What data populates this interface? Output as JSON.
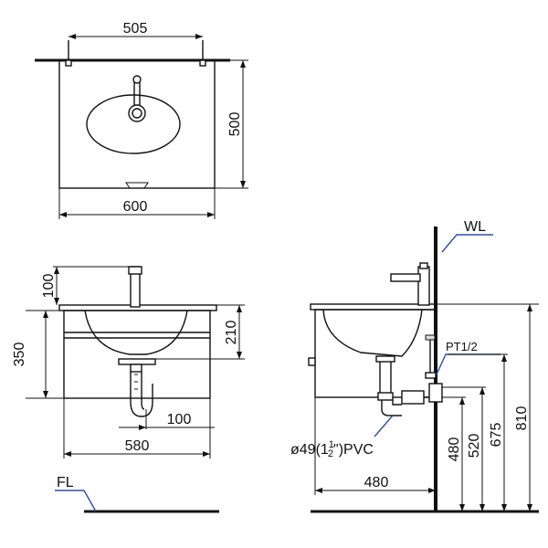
{
  "top_view": {
    "width_top": "505",
    "depth": "500",
    "width_bottom": "600"
  },
  "front_view": {
    "height_100": "100",
    "height_350": "350",
    "height_210": "210",
    "width_100": "100",
    "width_580": "580",
    "floor_label": "FL"
  },
  "side_view": {
    "wall_label": "WL",
    "valve_label": "PT1/2",
    "pipe_label_a": "ø49(1",
    "pipe_frac_num": "1",
    "pipe_frac_den": "2",
    "pipe_label_b": "\")PVC",
    "width_480": "480",
    "h_480": "480",
    "h_520": "520",
    "h_675": "675",
    "h_810": "810"
  },
  "colors": {
    "line": "#111111",
    "leader": "#2b4fa8"
  }
}
